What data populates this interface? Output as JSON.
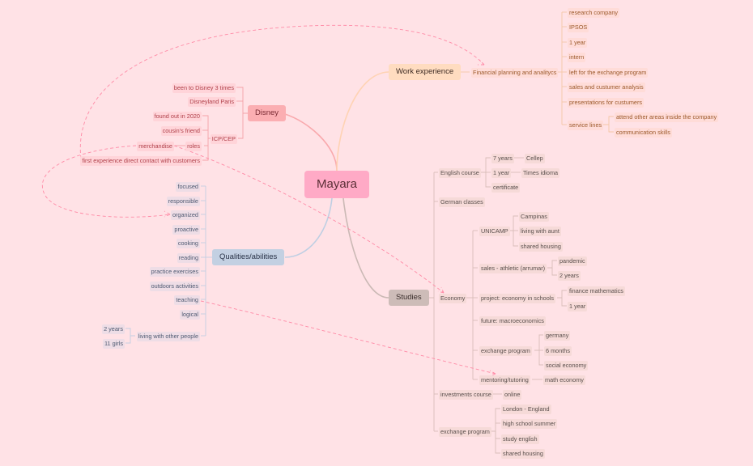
{
  "center": {
    "label": "Mayara"
  },
  "colors": {
    "disney": "#fbaeb2",
    "work": "#ffdcc0",
    "qualities": "#c3d0e2",
    "studies": "#cdbcb8",
    "center": "#ffaac6"
  },
  "disney": {
    "label": "Disney",
    "items": [
      "been to Disney 3 times",
      "Disneyland Paris"
    ],
    "icp": {
      "label": "ICP/CEP",
      "items": [
        "found out in 2020",
        "cousin's friend"
      ],
      "roles": {
        "label": "roles",
        "items": [
          "merchandise"
        ]
      },
      "last": "first experience direct contact with customers"
    }
  },
  "work": {
    "label": "Work experience",
    "job": {
      "label": "Financial planning and analitycs",
      "items": [
        "research company",
        "IPSOS",
        "1 year",
        "intern",
        "left for the exchange program",
        "sales and custumer analysis",
        "presentations for custumers"
      ],
      "service": {
        "label": "service lines",
        "items": [
          "attend other areas inside the company",
          "communication skills"
        ]
      }
    }
  },
  "qualities": {
    "label": "Qualities/abilities",
    "items": [
      "focused",
      "responsible",
      "organized",
      "proactive",
      "cooking",
      "reading",
      "practice exercises",
      "outdoors activities",
      "teaching",
      "logical"
    ],
    "living": {
      "label": "living with other people",
      "items": [
        "2 years",
        "11 girls"
      ]
    }
  },
  "studies": {
    "label": "Studies",
    "english": {
      "label": "English course",
      "y7": {
        "label": "7 years",
        "child": "Cellep"
      },
      "y1": {
        "label": "1 year",
        "child": "Times idioma"
      },
      "cert": "certificate"
    },
    "german": "German classes",
    "economy": {
      "label": "Economy",
      "unicamp": {
        "label": "UNICAMP",
        "items": [
          "Campinas",
          "living with aunt",
          "shared housing"
        ]
      },
      "sales": {
        "label": "sales - athletic (arrumar)",
        "items": [
          "pandemic",
          "2 years"
        ]
      },
      "project": {
        "label": "project: economy in schools",
        "items": [
          "finance mathematics",
          "1 year"
        ]
      },
      "future": "future: macroeconomics",
      "exchange": {
        "label": "exchange program",
        "items": [
          "germany",
          "6 months",
          "social economy"
        ]
      },
      "mentoring": {
        "label": "mentoring/tutoring",
        "child": "math economy"
      }
    },
    "investments": {
      "label": "investments course",
      "child": "online"
    },
    "exchange": {
      "label": "exchange program",
      "items": [
        "London - England",
        "high school summer",
        "study english",
        "shared housing"
      ]
    }
  }
}
